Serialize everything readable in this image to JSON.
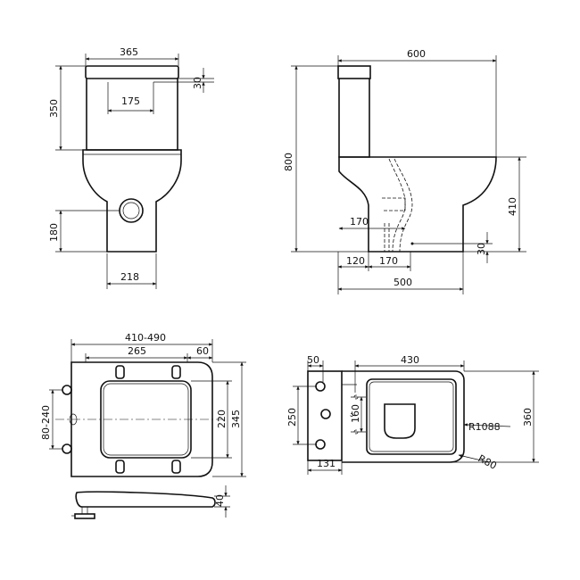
{
  "front_view": {
    "width_top": "365",
    "height_cistern": "350",
    "bolt_spacing": "175",
    "top_offset": "30",
    "outlet_height": "180",
    "base_width": "218"
  },
  "side_view": {
    "depth": "600",
    "height_total": "800",
    "seat_height": "410",
    "outlet_offset": "170",
    "floor_offset": "30",
    "wall_to_outlet": "120",
    "outlet_width": "170",
    "base_depth": "500"
  },
  "seat_view": {
    "hinge_range": "410-490",
    "hinge_spacing": "265",
    "tab_width": "60",
    "hinge_adjust": "80-240",
    "inner_width": "220",
    "outer_width": "345",
    "thickness": "40"
  },
  "top_view": {
    "cistern_offset": "50",
    "pan_length": "430",
    "cistern_width": "250",
    "fix_spacing": "160",
    "overall_width": "360",
    "radius_front": "R1088",
    "radius_corner": "R80",
    "cistern_depth": "131"
  }
}
